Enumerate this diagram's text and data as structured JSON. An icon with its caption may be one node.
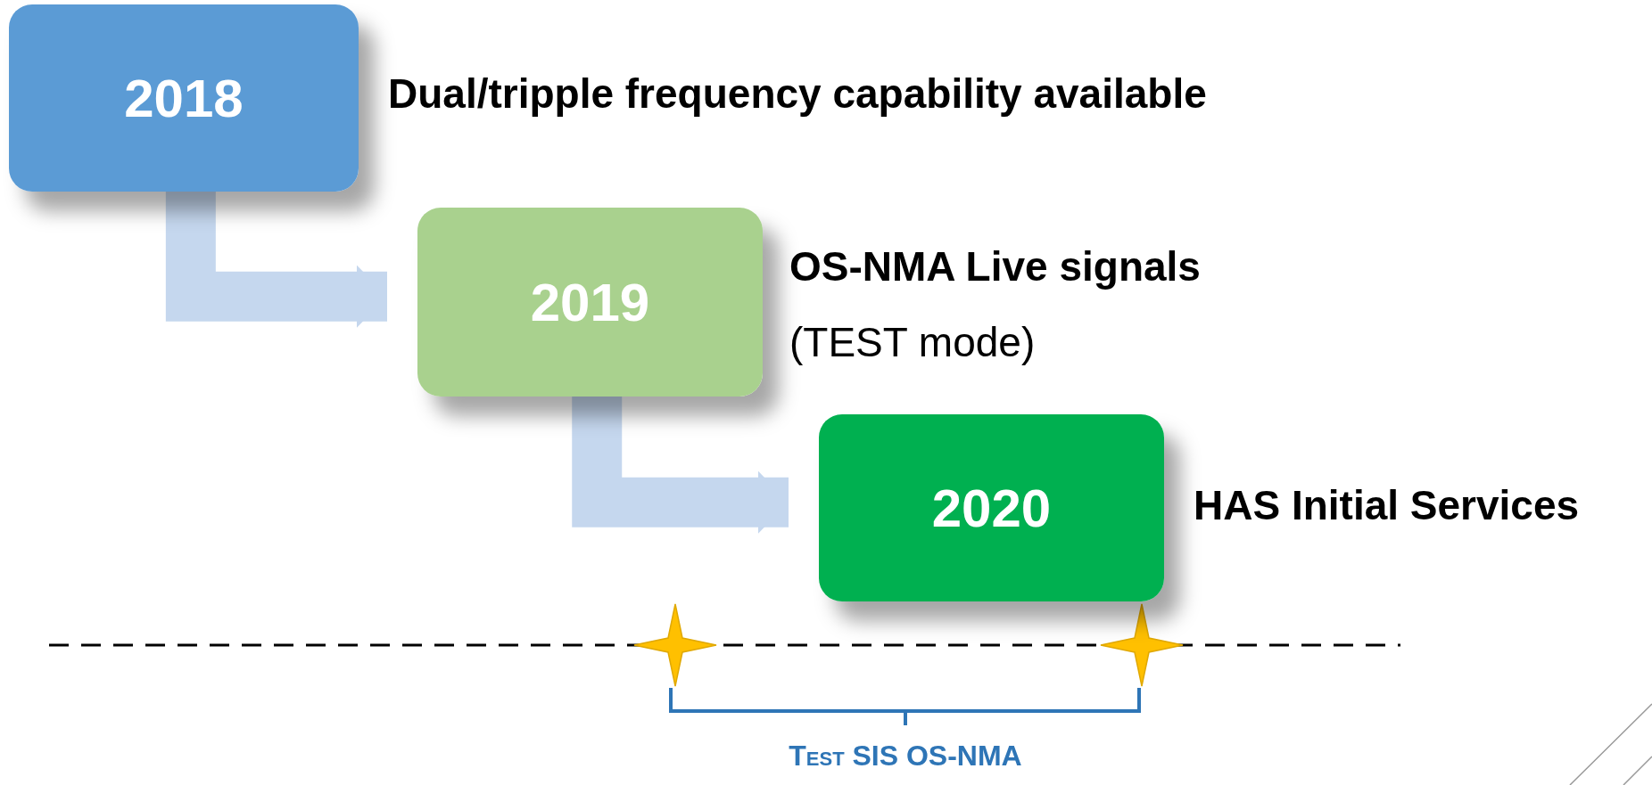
{
  "diagram": {
    "nodes": [
      {
        "text": [
          "2018"
        ],
        "beside": [
          "Dual/tripple frequency capability available"
        ]
      },
      {
        "text": [
          "2019"
        ],
        "beside": [
          "OS-NMA Live signals",
          "(TEST mode)"
        ]
      },
      {
        "text": [
          "2020"
        ],
        "beside": [
          "HAS Initial Services"
        ]
      }
    ],
    "edges": [
      {
        "from": 0,
        "to": 1,
        "arrow": "to"
      },
      {
        "from": 1,
        "to": 2,
        "arrow": "to"
      }
    ],
    "labels": [
      "Test SIS OS-NMA"
    ]
  }
}
